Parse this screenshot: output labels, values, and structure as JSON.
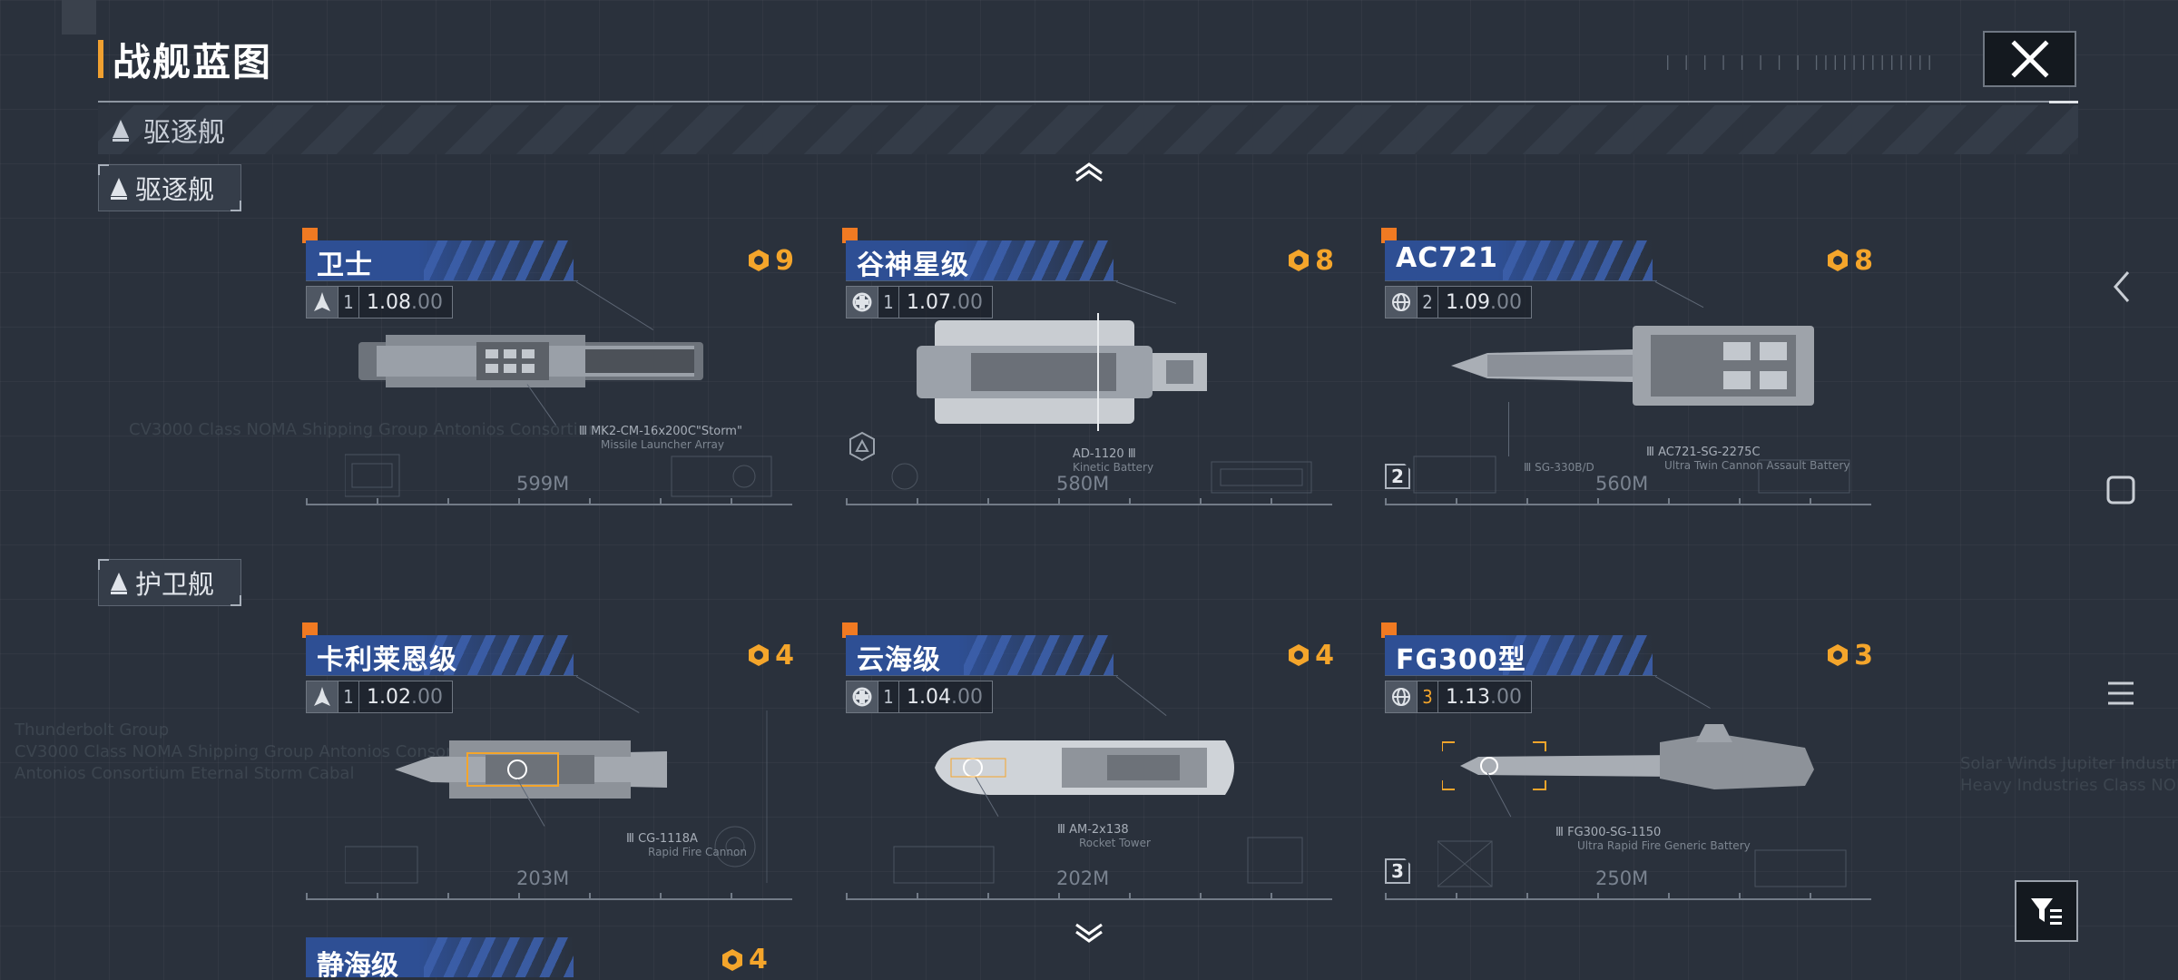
{
  "page": {
    "title": "战舰蓝图"
  },
  "colors": {
    "accent": "#f4a52b",
    "name_bar": "#2e4f94",
    "marker": "#f07a22"
  },
  "section_bar": {
    "label": "驱逐舰",
    "icon": "triangle-icon"
  },
  "categories": [
    {
      "label": "驱逐舰",
      "ships": [
        {
          "name": "卫士",
          "cost": "9",
          "type_icon": "destroyer-icon",
          "tier": "1",
          "version": "1.08",
          "version_suffix": ".00",
          "length": "599M",
          "weapon": "Ⅲ MK2-CM-16x200C\"Storm\"",
          "weapon_sub": "Missile Launcher Array",
          "badge": ""
        },
        {
          "name": "谷神星级",
          "cost": "8",
          "type_icon": "support-icon",
          "tier": "1",
          "version": "1.07",
          "version_suffix": ".00",
          "length": "580M",
          "weapon": "AD-1120 Ⅲ",
          "weapon_sub": "Kinetic Battery",
          "badge": ""
        },
        {
          "name": "AC721",
          "cost": "8",
          "type_icon": "globe-icon",
          "tier": "2",
          "version": "1.09",
          "version_suffix": ".00",
          "length": "560M",
          "weapon": "Ⅲ AC721-SG-2275C",
          "weapon_sub": "Ultra Twin Cannon Assault Battery",
          "weapon2": "Ⅲ SG-330B/D",
          "badge": "2"
        }
      ]
    },
    {
      "label": "护卫舰",
      "ships": [
        {
          "name": "卡利莱恩级",
          "cost": "4",
          "type_icon": "destroyer-icon",
          "tier": "1",
          "version": "1.02",
          "version_suffix": ".00",
          "length": "203M",
          "weapon": "Ⅲ CG-1118A",
          "weapon_sub": "Rapid Fire Cannon",
          "badge": ""
        },
        {
          "name": "云海级",
          "cost": "4",
          "type_icon": "support-icon",
          "tier": "1",
          "version": "1.04",
          "version_suffix": ".00",
          "length": "202M",
          "weapon": "Ⅲ AM-2x138",
          "weapon_sub": "Rocket Tower",
          "badge": ""
        },
        {
          "name": "FG300型",
          "cost": "3",
          "type_icon": "globe-icon",
          "tier": "3",
          "version": "1.13",
          "version_suffix": ".00",
          "length": "250M",
          "weapon": "Ⅲ FG300-SG-1150",
          "weapon_sub": "Ultra Rapid Fire Generic Battery",
          "badge": "3"
        }
      ]
    }
  ],
  "peek_ship": {
    "name": "静海级",
    "cost": "4"
  },
  "background_text": {
    "t1": "CV3000 Class NOMA Shipping Group Antonios Consortium",
    "t2": "Thunderbolt Group\nCV3000 Class NOMA Shipping Group Antonios Consortium\nAntonios Consortium Eternal Storm Cabal",
    "t3": "Solar Winds Jupiter Industries\nHeavy Industries Class NOMA SG..."
  }
}
